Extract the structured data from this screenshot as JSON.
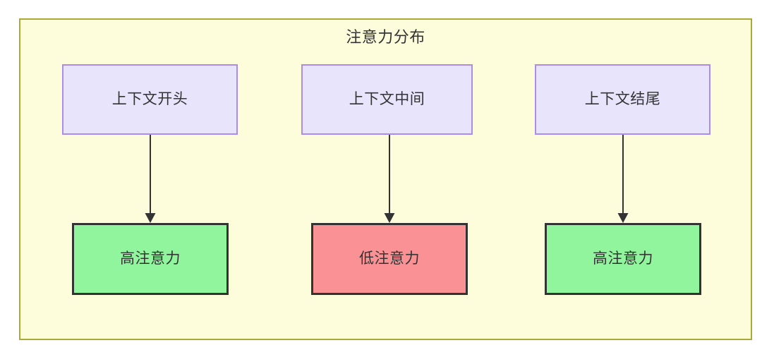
{
  "diagram": {
    "title": "注意力分布",
    "background_color": "#fdfddc",
    "border_color": "#aaaa39",
    "context_nodes": [
      {
        "id": "ctx-start",
        "label": "上下文开头",
        "fill": "#e7e4fb",
        "stroke": "#ab8ce8"
      },
      {
        "id": "ctx-middle",
        "label": "上下文中间",
        "fill": "#e7e4fb",
        "stroke": "#ab8ce8"
      },
      {
        "id": "ctx-end",
        "label": "上下文结尾",
        "fill": "#e7e4fb",
        "stroke": "#ab8ce8"
      }
    ],
    "attention_nodes": [
      {
        "id": "att-high-start",
        "label": "高注意力",
        "level": "high",
        "fill": "#90f59c",
        "stroke": "#333333"
      },
      {
        "id": "att-low-middle",
        "label": "低注意力",
        "level": "low",
        "fill": "#fa9295",
        "stroke": "#333333"
      },
      {
        "id": "att-high-end",
        "label": "高注意力",
        "level": "high",
        "fill": "#90f59c",
        "stroke": "#333333"
      }
    ],
    "edges": [
      {
        "from": "ctx-start",
        "to": "att-high-start",
        "label": "",
        "style": "solid-arrow",
        "color": "#333333"
      },
      {
        "from": "ctx-middle",
        "to": "att-low-middle",
        "label": "",
        "style": "solid-arrow",
        "color": "#333333"
      },
      {
        "from": "ctx-end",
        "to": "att-high-end",
        "label": "",
        "style": "solid-arrow",
        "color": "#333333"
      }
    ]
  }
}
